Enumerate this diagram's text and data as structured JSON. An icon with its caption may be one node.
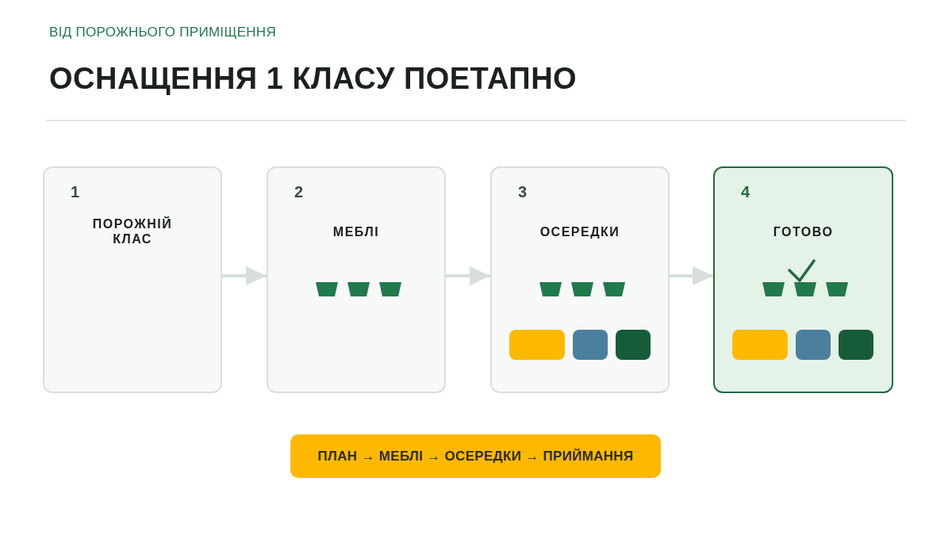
{
  "diagram": {
    "title": "ОСНАЩЕННЯ 1 КЛАСУ ПОЕТАПНО",
    "nodes": [
      {
        "text": [
          "1",
          "ПОРОЖНІЙ КЛАС"
        ]
      },
      {
        "text": [
          "2",
          "МЕБЛІ"
        ]
      },
      {
        "text": [
          "3",
          "ОСЕРЕДКИ"
        ]
      },
      {
        "text": [
          "4",
          "ГОТОВО"
        ]
      },
      {
        "text": [
          "ПЛАН → МЕБЛІ → ОСЕРЕДКИ → ПРИЙМАННЯ"
        ]
      }
    ],
    "edges": [
      {
        "from": 0,
        "to": 1,
        "arrow": "to"
      },
      {
        "from": 1,
        "to": 2,
        "arrow": "to"
      },
      {
        "from": 2,
        "to": 3,
        "arrow": "to"
      }
    ],
    "labels": [
      "ВІД ПОРОЖНЬОГО ПРИМІЩЕННЯ"
    ]
  }
}
